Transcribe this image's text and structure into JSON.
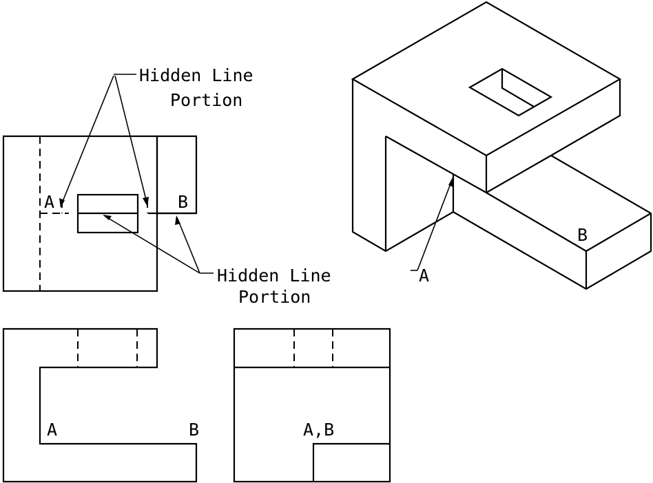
{
  "callouts": {
    "top_line1": "Hidden Line",
    "top_line2": "Portion",
    "mid_line1": "Hidden Line",
    "mid_line2": "Portion"
  },
  "labels": {
    "top_view_a": "A",
    "top_view_b": "B",
    "iso_a": "A",
    "iso_b": "B",
    "front_view_a": "A",
    "front_view_b": "B",
    "side_view_ab": "A,B"
  }
}
